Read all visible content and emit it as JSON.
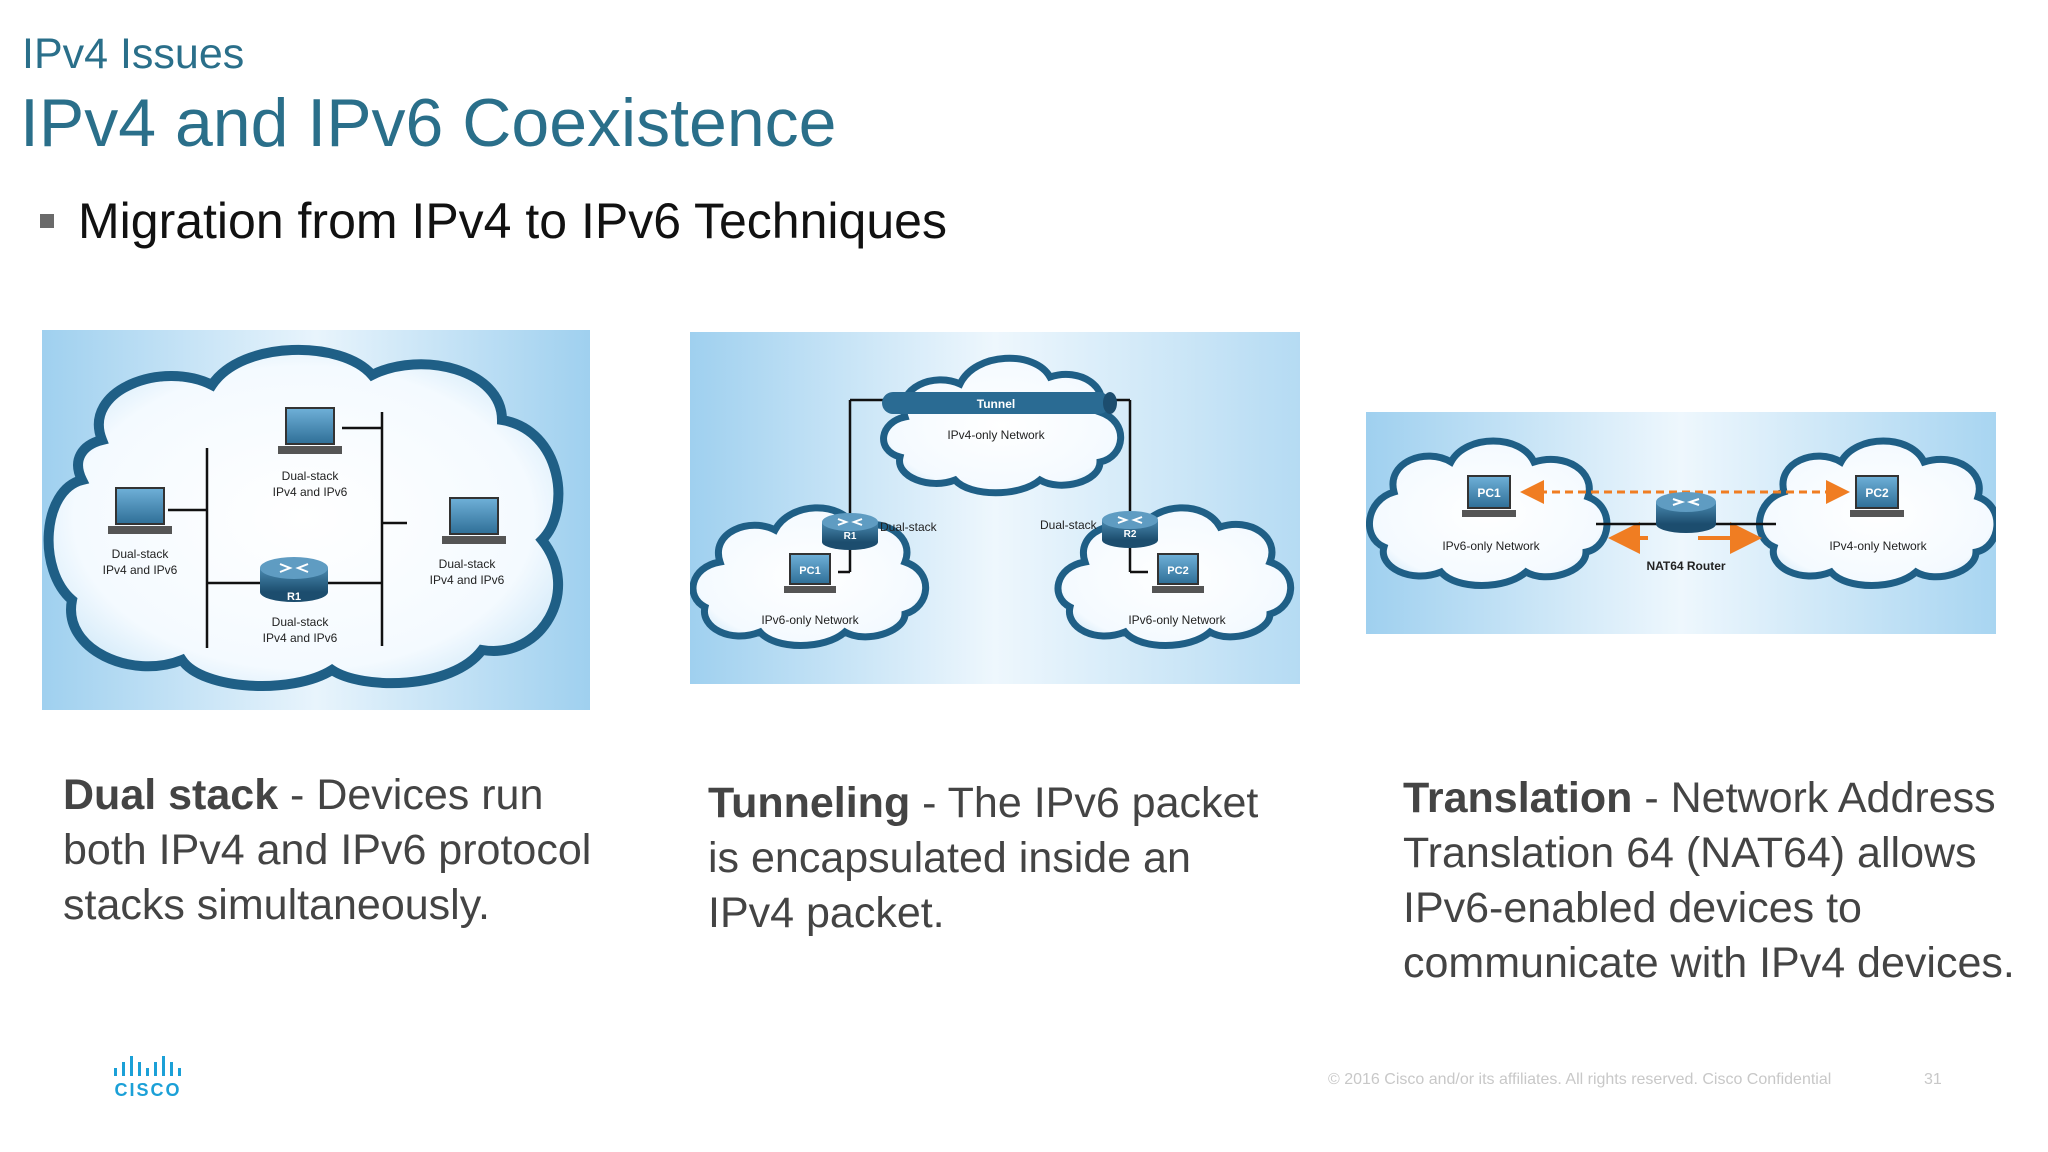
{
  "header": {
    "section_title": "IPv4 Issues",
    "page_title": "IPv4 and IPv6 Coexistence"
  },
  "bullet": {
    "text": "Migration from IPv4 to IPv6 Techniques"
  },
  "panels": {
    "dual_stack": {
      "pc_left": "Dual-stack",
      "pc_left_2": "IPv4 and IPv6",
      "pc_top": "Dual-stack",
      "pc_top_2": "IPv4 and IPv6",
      "pc_right": "Dual-stack",
      "pc_right_2": "IPv4 and IPv6",
      "router_name": "R1",
      "router_label": "Dual-stack",
      "router_label_2": "IPv4 and IPv6"
    },
    "tunneling": {
      "tunnel": "Tunnel",
      "ipv4_network": "IPv4-only Network",
      "r1": "R1",
      "r2": "R2",
      "r1_label": "Dual-stack",
      "r2_label": "Dual-stack",
      "pc1": "PC1",
      "pc2": "PC2",
      "left_network": "IPv6-only Network",
      "right_network": "IPv6-only Network"
    },
    "translation": {
      "pc1": "PC1",
      "pc2": "PC2",
      "left_network": "IPv6-only Network",
      "right_network": "IPv4-only Network",
      "router_label": "NAT64 Router"
    }
  },
  "descriptions": {
    "dual": {
      "term": "Dual stack",
      "text": " -  Devices run both IPv4 and IPv6 protocol stacks simultaneously."
    },
    "tunnel": {
      "term": "Tunneling",
      "text": " - The IPv6 packet is encapsulated inside an IPv4 packet."
    },
    "trans": {
      "term": "Translation",
      "text": " - Network Address Translation 64 (NAT64) allows IPv6-enabled devices to communicate with IPv4 devices."
    }
  },
  "footer": {
    "logo_text": "CISCO",
    "copyright": "© 2016  Cisco and/or its affiliates. All rights reserved.   Cisco Confidential",
    "page_number": "31"
  },
  "colors": {
    "title": "#2a6f8a",
    "cloud_edge": "#1f5f86",
    "arrow": "#f07d22"
  }
}
